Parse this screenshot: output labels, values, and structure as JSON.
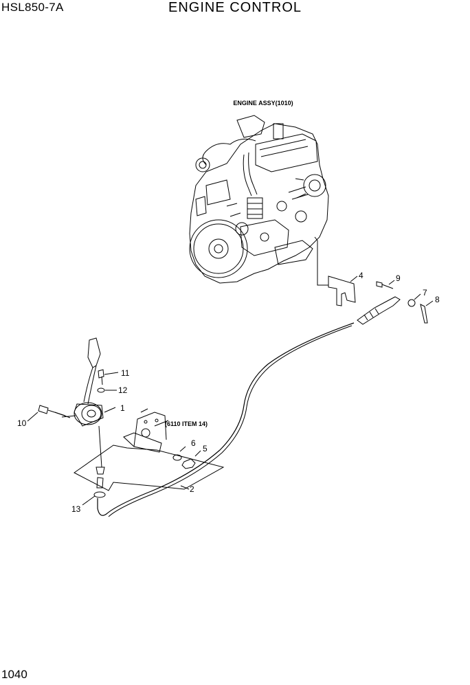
{
  "header": {
    "model": "HSL850-7A",
    "title": "ENGINE CONTROL"
  },
  "footer": {
    "page_number": "1040"
  },
  "diagram": {
    "engine_label": "ENGINE ASSY(1010)",
    "reference_label": "(6110 ITEM 14)",
    "callouts": [
      "1",
      "2",
      "4",
      "5",
      "6",
      "7",
      "8",
      "9",
      "10",
      "11",
      "12",
      "13"
    ]
  }
}
